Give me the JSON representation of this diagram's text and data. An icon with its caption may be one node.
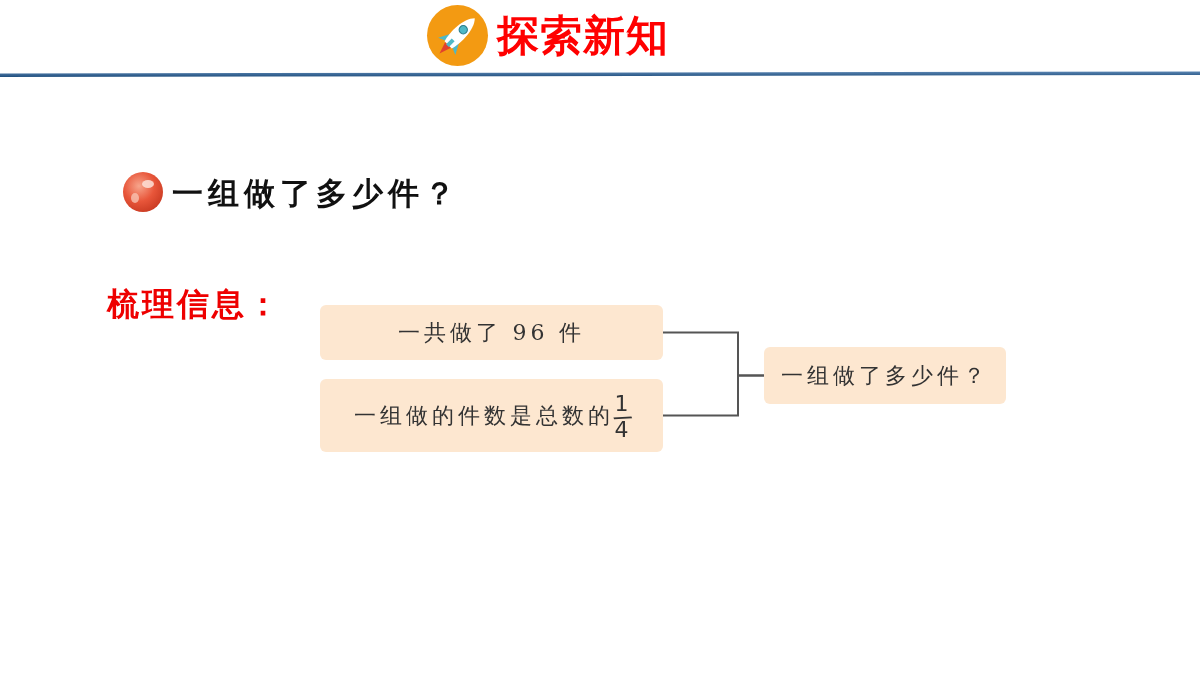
{
  "diagram": {
    "title": "探索新知",
    "nodes": [
      {
        "text": [
          "一共做了 96 件"
        ]
      },
      {
        "text": [
          "一组做的件数是总数的1/4"
        ]
      },
      {
        "text": [
          "一组做了多少件？"
        ]
      }
    ],
    "edges": [
      {
        "from": 0,
        "to": 2,
        "arrow": "none"
      },
      {
        "from": 1,
        "to": 2,
        "arrow": "none"
      }
    ],
    "labels": [
      "一组做了多少件？",
      "梳理信息："
    ]
  }
}
